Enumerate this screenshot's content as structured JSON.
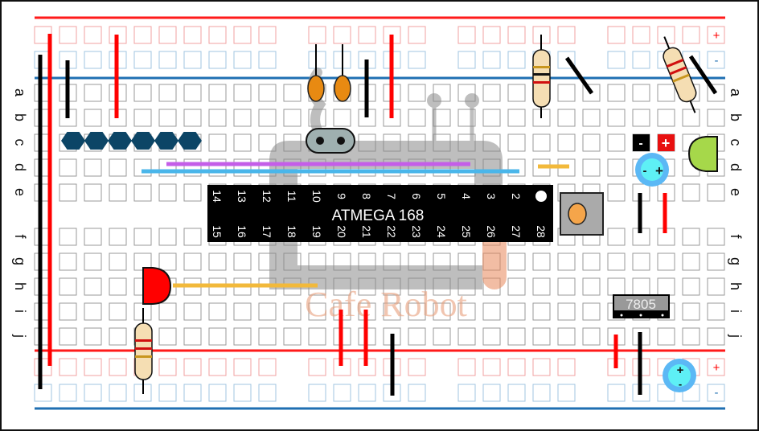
{
  "rows_top": [
    "a",
    "b",
    "c",
    "d",
    "e"
  ],
  "rows_bottom": [
    "f",
    "g",
    "h",
    "i",
    "j"
  ],
  "rail_labels": {
    "plus": "+",
    "minus": "-"
  },
  "chip": {
    "label": "ATMEGA 168",
    "pins_top": [
      "14",
      "13",
      "12",
      "11",
      "10",
      "9",
      "8",
      "7",
      "6",
      "5",
      "4",
      "3",
      "2"
    ],
    "pins_bottom": [
      "15",
      "16",
      "17",
      "18",
      "19",
      "20",
      "21",
      "22",
      "23",
      "24",
      "25",
      "26",
      "27",
      "28"
    ]
  },
  "regulator": {
    "label": "7805"
  },
  "power_connector": {
    "minus": "-",
    "plus": "+"
  },
  "capacitor_top": {
    "minus": "-",
    "plus": "+"
  },
  "capacitor_bottom": {
    "plus": "+",
    "minus": "-"
  },
  "watermark": "Cafe Robot",
  "colors": {
    "rail_red": "#ff1a1a",
    "rail_blue": "#1f6fb2",
    "hole": "#999999",
    "hole_red": "#f0a0a0",
    "hole_blue": "#a0c4e0",
    "wire_red": "#ff0000",
    "wire_black": "#000000",
    "wire_purple": "#c45ee8",
    "wire_cyan": "#4ab6ea",
    "wire_yellow": "#f2b93b",
    "hex_blue": "#0c4566",
    "led_green": "#a6d84a",
    "led_red": "#ff0000"
  }
}
